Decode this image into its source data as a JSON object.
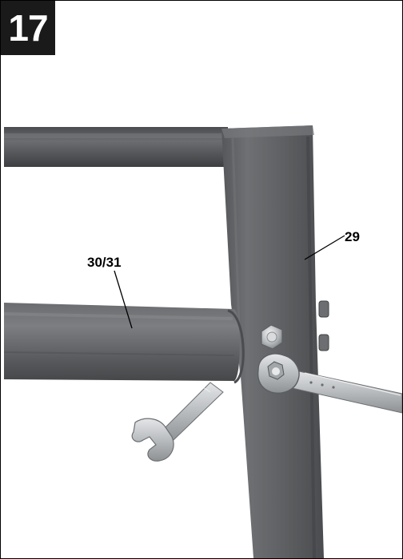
{
  "step": {
    "number": "17"
  },
  "callouts": {
    "upright_leg": "29",
    "cross_braces": "30/31"
  },
  "colors": {
    "metal": "#5a5c5e",
    "metal_highlight": "#7a7c7e",
    "metal_shadow": "#3f4143",
    "wrench": "#c9cbcd",
    "badge": "#1a1a1a"
  },
  "icons": {
    "tool_left": "open-end-wrench",
    "tool_right": "combination-wrench"
  }
}
